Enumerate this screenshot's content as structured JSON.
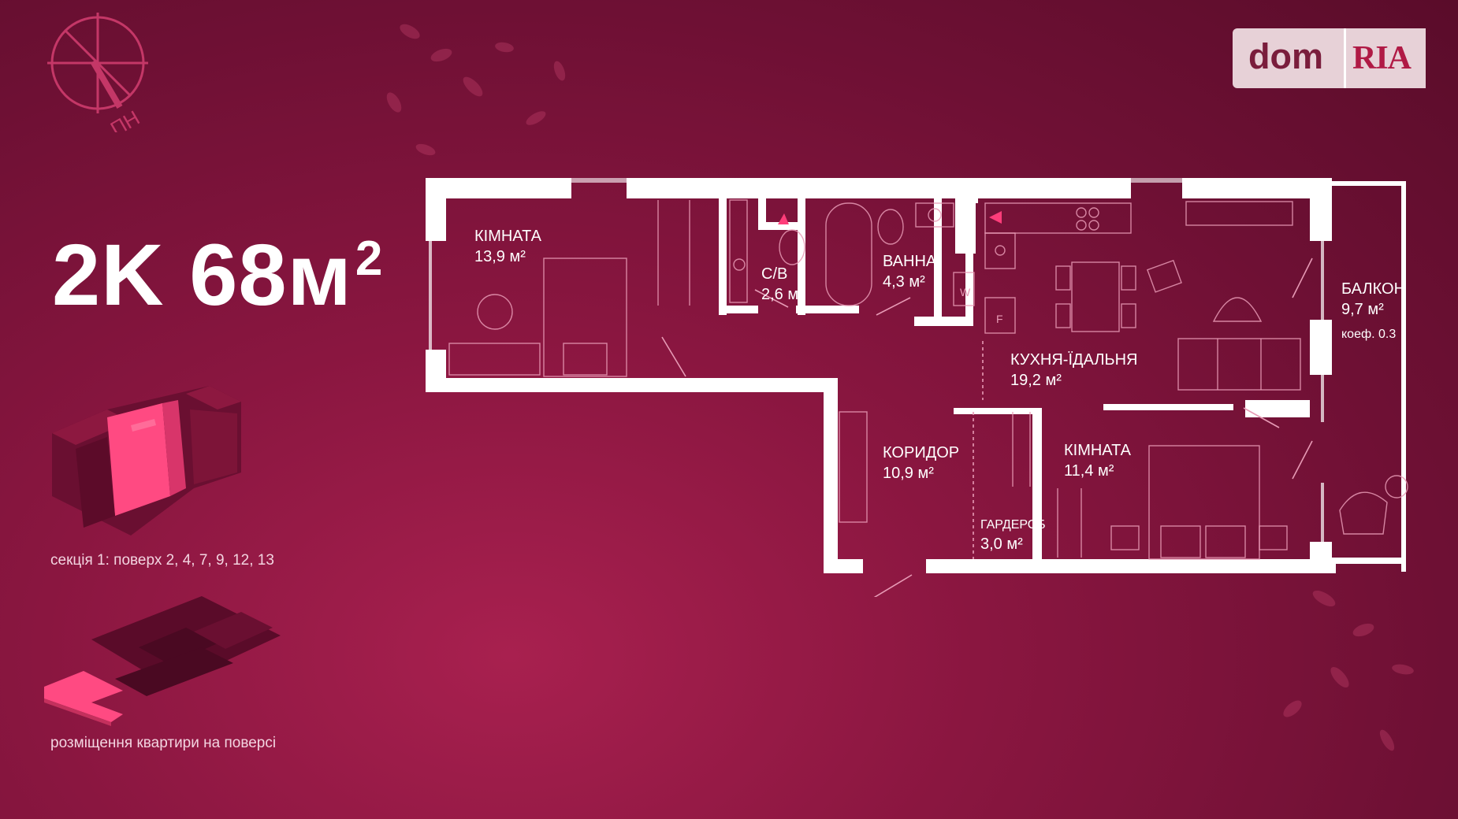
{
  "compass": {
    "label": "ПН"
  },
  "apartment": {
    "type": "2K",
    "area": "68м",
    "area_sup": "2"
  },
  "building": {
    "section_text": "секція 1: поверх 2, 4, 7, 9, 12, 13"
  },
  "floor": {
    "placement_text": "розміщення квартири на поверсі"
  },
  "logo": {
    "dom": "dom",
    "ria": "RIA"
  },
  "rooms": {
    "room1": {
      "name": "КІМНАТА",
      "area": "13,9 м²"
    },
    "wc": {
      "name": "С/В",
      "area": "2,6 м²"
    },
    "bath": {
      "name": "ВАННА",
      "area": "4,3 м²"
    },
    "kitchen": {
      "name": "КУХНЯ-ЇДАЛЬНЯ",
      "area": "19,2 м²"
    },
    "balcony": {
      "name": "БАЛКОН",
      "area": "9,7 м²",
      "coef": "коеф. 0.3"
    },
    "corridor": {
      "name": "КОРИДОР",
      "area": "10,9 м²"
    },
    "wardrobe": {
      "name": "ГАРДЕРОБ",
      "area": "3,0 м²"
    },
    "room2": {
      "name": "КІМНАТА",
      "area": "11,4 м²"
    }
  },
  "appliances": {
    "washer": "W",
    "fridge": "F"
  },
  "colors": {
    "accent": "#ff3d7a",
    "background": "#8a1640",
    "walls": "#ffffff"
  }
}
